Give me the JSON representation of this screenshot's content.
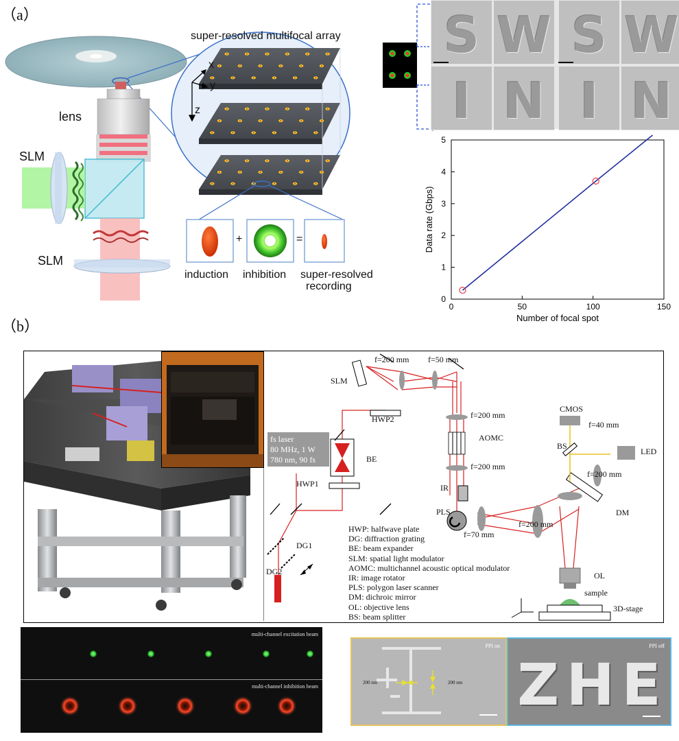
{
  "panel_a": {
    "letter": "（a）",
    "array_title": "super-resolved multifocal array",
    "axes": {
      "x": "x",
      "y": "y",
      "z": "z"
    },
    "lens_label": "lens",
    "slm_top": "SLM",
    "slm_bottom": "SLM",
    "eq": {
      "plus": "+",
      "equals": "="
    },
    "captions": {
      "induction": "induction",
      "inhibition": "inhibition",
      "super1": "super-resolved",
      "super2": "recording"
    },
    "sem_letters": [
      "S",
      "W",
      "S",
      "W",
      "I",
      "N",
      "I",
      "N"
    ],
    "chart_data": {
      "type": "line",
      "x": [
        8,
        102,
        142
      ],
      "y": [
        0.28,
        3.71,
        5.15
      ],
      "markers": [
        {
          "x": 8,
          "y": 0.28
        },
        {
          "x": 102,
          "y": 3.71
        }
      ],
      "xlabel": "Number of focal spot",
      "ylabel": "Data rate (Gbps)",
      "xlim": [
        0,
        150
      ],
      "ylim": [
        0,
        5
      ],
      "xticks": [
        "0",
        "50",
        "100",
        "150"
      ],
      "yticks": [
        "0",
        "1",
        "2",
        "3",
        "4",
        "5"
      ],
      "line_color": "#1f2f9e",
      "marker_color": "#e0404a"
    }
  },
  "panel_b": {
    "letter": "（b）",
    "laser": {
      "l1": "fs laser",
      "l2": "80 MHz, 1 W",
      "l3": "780 nm, 90 fs"
    },
    "labels": {
      "slm": "SLM",
      "f200a": "f=200 mm",
      "f50": "f=50 mm",
      "hwp2": "HWP2",
      "be": "BE",
      "hwp1": "HWP1",
      "dg1": "DG1",
      "dg2": "DG2",
      "f200b": "f=200 mm",
      "aomc": "AOMC",
      "f200c": "f=200 mm",
      "ir": "IR",
      "pls": "PLS",
      "f70": "f=70 mm",
      "f200d": "f=200 mm",
      "cmos": "CMOS",
      "f40": "f=40 mm",
      "bs": "BS",
      "led": "LED",
      "f200e": "f=200 mm",
      "dm": "DM",
      "ol": "OL",
      "sample": "sample",
      "stage": "3D-stage"
    },
    "legend": [
      "HWP: halfwave plate",
      "DG: diffraction grating",
      "BE: beam expander",
      "SLM: spatial light modulator",
      "AOMC: multichannel acoustic optical modulator",
      "IR: image rotator",
      "PLS: polygon laser scanner",
      "DM: dichroic mirror",
      "OL: objective lens",
      "BS: beam splitter"
    ],
    "excitation_label": "multi-channel excitation beam",
    "inhibition_label": "multi-channel inhibition beam",
    "ppi_on": "PPI on",
    "ppi_off": "PPI off",
    "dim_left": "200 nm",
    "dim_right": "200 nm",
    "zhe": [
      "Z",
      "H",
      "E"
    ],
    "colors": {
      "beam": "#d62020",
      "excitation": "#3fd13f",
      "inhibition": "#ff4a2a",
      "frame_on": "#e3c35a",
      "frame_off": "#5fb6e0"
    }
  }
}
